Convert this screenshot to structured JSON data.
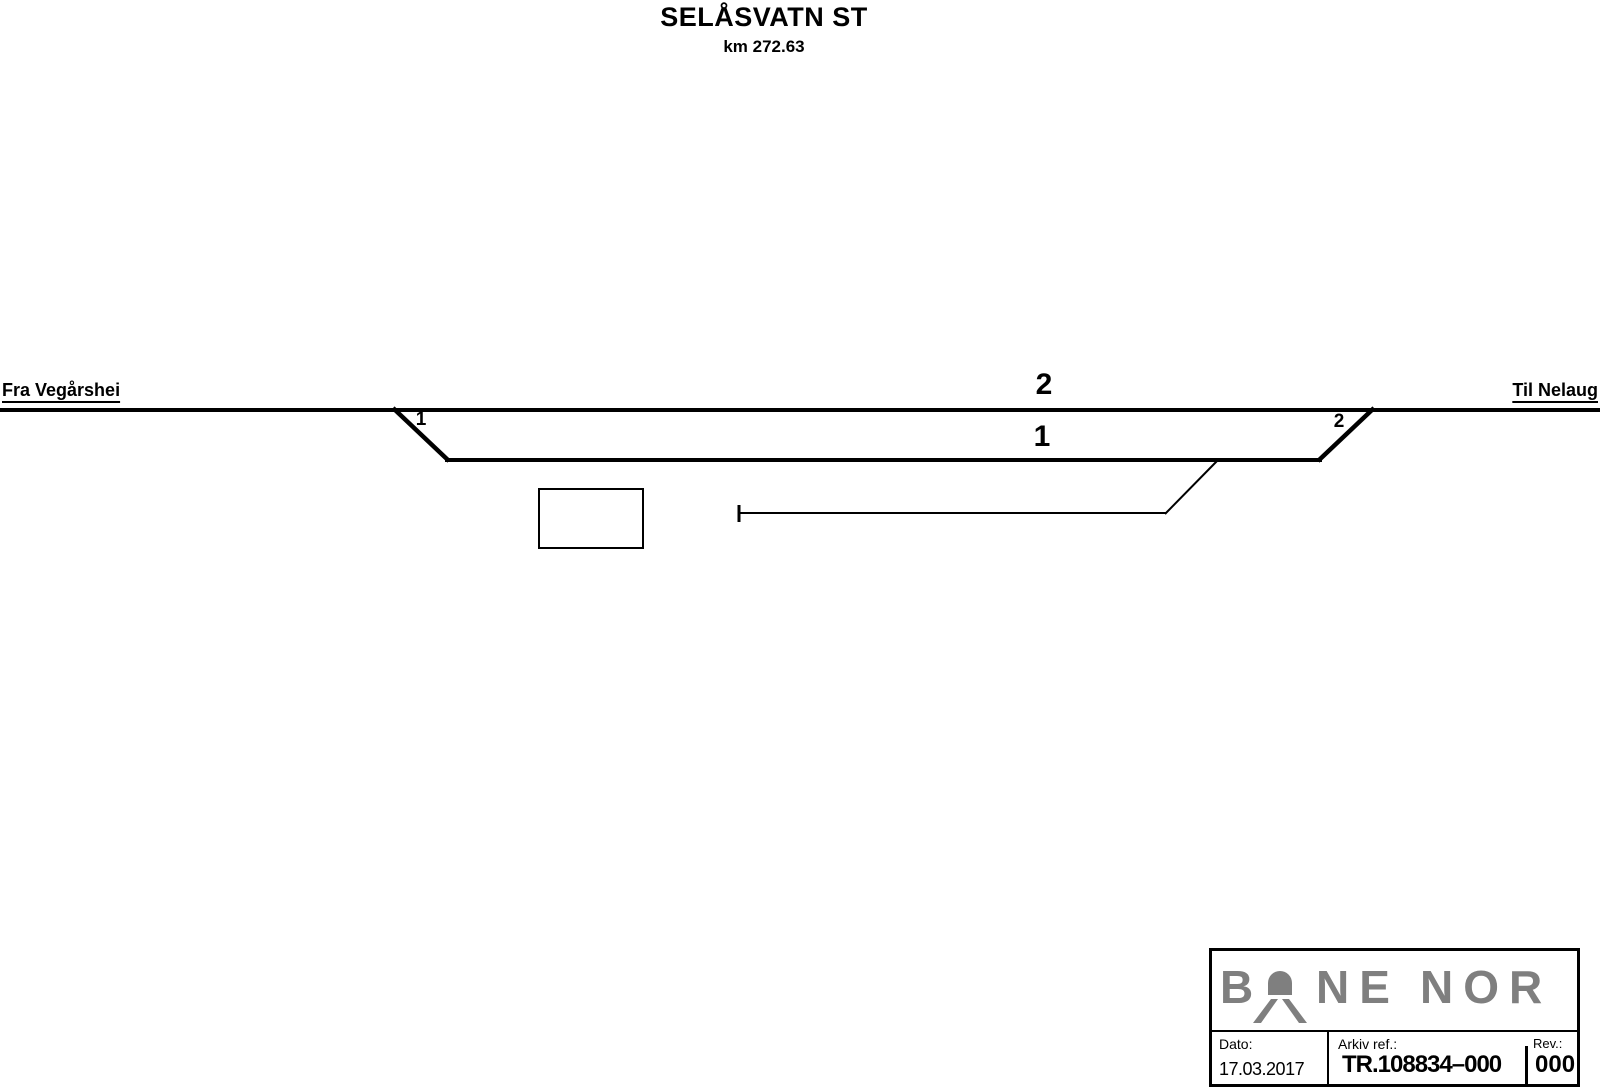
{
  "header": {
    "station_name": "SELÅSVATN ST",
    "km_label": "km 272.63"
  },
  "diagram": {
    "direction_labels": {
      "left": "Fra Vegårshei",
      "right": "Til Nelaug"
    },
    "tracks": [
      {
        "number": "2",
        "type": "main-through-track"
      },
      {
        "number": "1",
        "type": "passing-loop-track"
      }
    ],
    "switches": [
      {
        "number": "1",
        "position": "left"
      },
      {
        "number": "2",
        "position": "right"
      }
    ],
    "symbols": {
      "building": "station-building-rectangle",
      "siding": "dead-end-siding-with-buffer-stop"
    },
    "line_color": "#000000"
  },
  "title_block": {
    "logo": {
      "part1": "B",
      "part2": "NE",
      "part3": "NOR",
      "icon": "tunnel-tracks-icon",
      "color": "#7f7f7f"
    },
    "fields": {
      "dato_label": "Dato:",
      "dato_value": "17.03.2017",
      "arkiv_label": "Arkiv ref.:",
      "arkiv_value": "TR.108834–000",
      "rev_label": "Rev.:",
      "rev_value": "000"
    }
  }
}
